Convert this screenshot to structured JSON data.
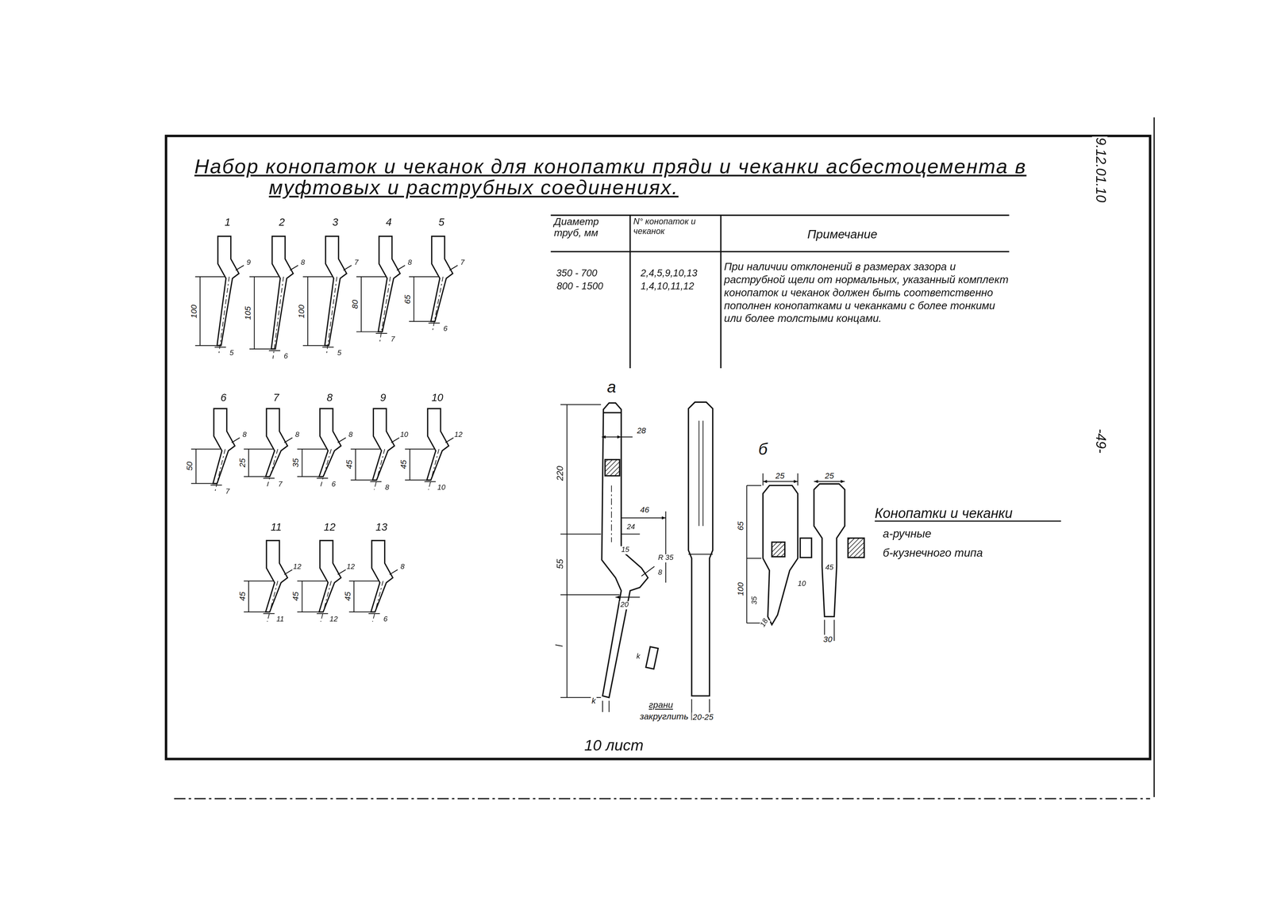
{
  "diagram": {
    "title": "Набор конопаток и чеканок для конопатки пряди и чеканки асбестоцемента в муфтовых и раструбных соединениях.",
    "labels": [
      "9.12.01.10",
      "-49-",
      "10 лист",
      "Диаметр труб, мм",
      "N° конопаток и чеканок",
      "Примечание",
      "350 - 700",
      "800 - 1500",
      "2,4,5,9,10,13",
      "1,4,10,11,12",
      "При наличии отклонений в размерах зазора и раструбной щели от нормальных, указанный комплект конопаток и чеканок должен быть соответственно пополнен конопатками и чеканками с более тонкими или более толстыми концами.",
      "Конопатки и чеканки",
      "а-ручные",
      "б-кузнечного типа",
      "1",
      "2",
      "3",
      "4",
      "5",
      "6",
      "7",
      "8",
      "9",
      "10",
      "11",
      "12",
      "13",
      "100",
      "9",
      "5",
      "105",
      "8",
      "6",
      "100",
      "7",
      "5",
      "80",
      "8",
      "7",
      "65",
      "7",
      "6",
      "50",
      "8",
      "7",
      "25",
      "8",
      "7",
      "35",
      "8",
      "6",
      "45",
      "10",
      "8",
      "45",
      "12",
      "10",
      "45",
      "12",
      "11",
      "45",
      "12",
      "12",
      "45",
      "8",
      "6",
      "а",
      "220",
      "55",
      "l",
      "28",
      "46",
      "24",
      "15",
      "R 35",
      "8",
      "20",
      "k",
      "k",
      "грани",
      "закруглить",
      "20-25",
      "б",
      "25",
      "25",
      "65",
      "100",
      "35",
      "10",
      "18",
      "45",
      "30"
    ]
  }
}
